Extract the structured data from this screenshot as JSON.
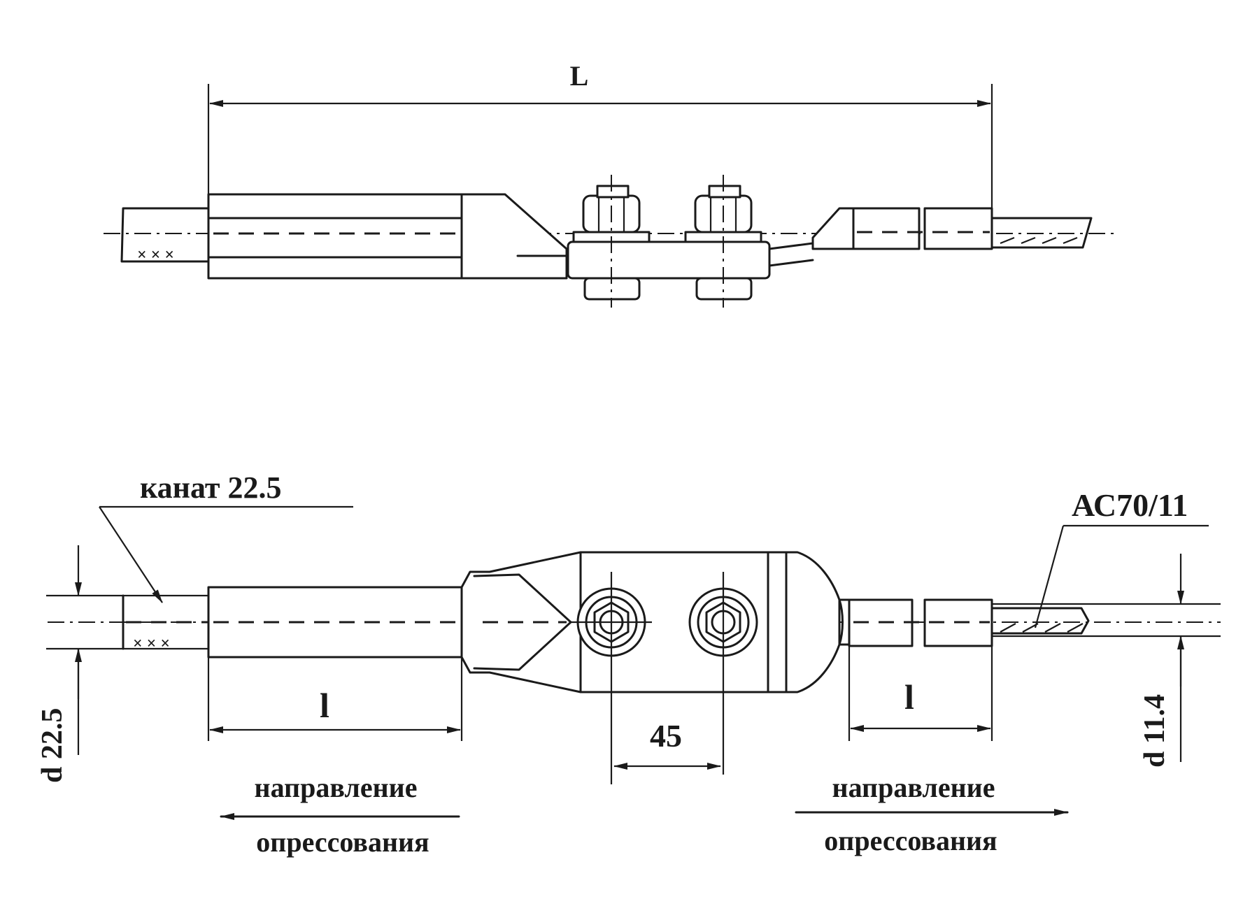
{
  "labels": {
    "overall_length": "L",
    "rope_label": "канат 22.5",
    "rope_diameter": "d 22.5",
    "wire_label": "АС70/11",
    "wire_diameter": "d 11.4",
    "press_length_left": "l",
    "press_length_right": "l",
    "bolt_spacing": "45",
    "press_dir_left_line1": "направление",
    "press_dir_left_line2": "опрессования",
    "press_dir_right_line1": "направление",
    "press_dir_right_line2": "опрессования"
  }
}
